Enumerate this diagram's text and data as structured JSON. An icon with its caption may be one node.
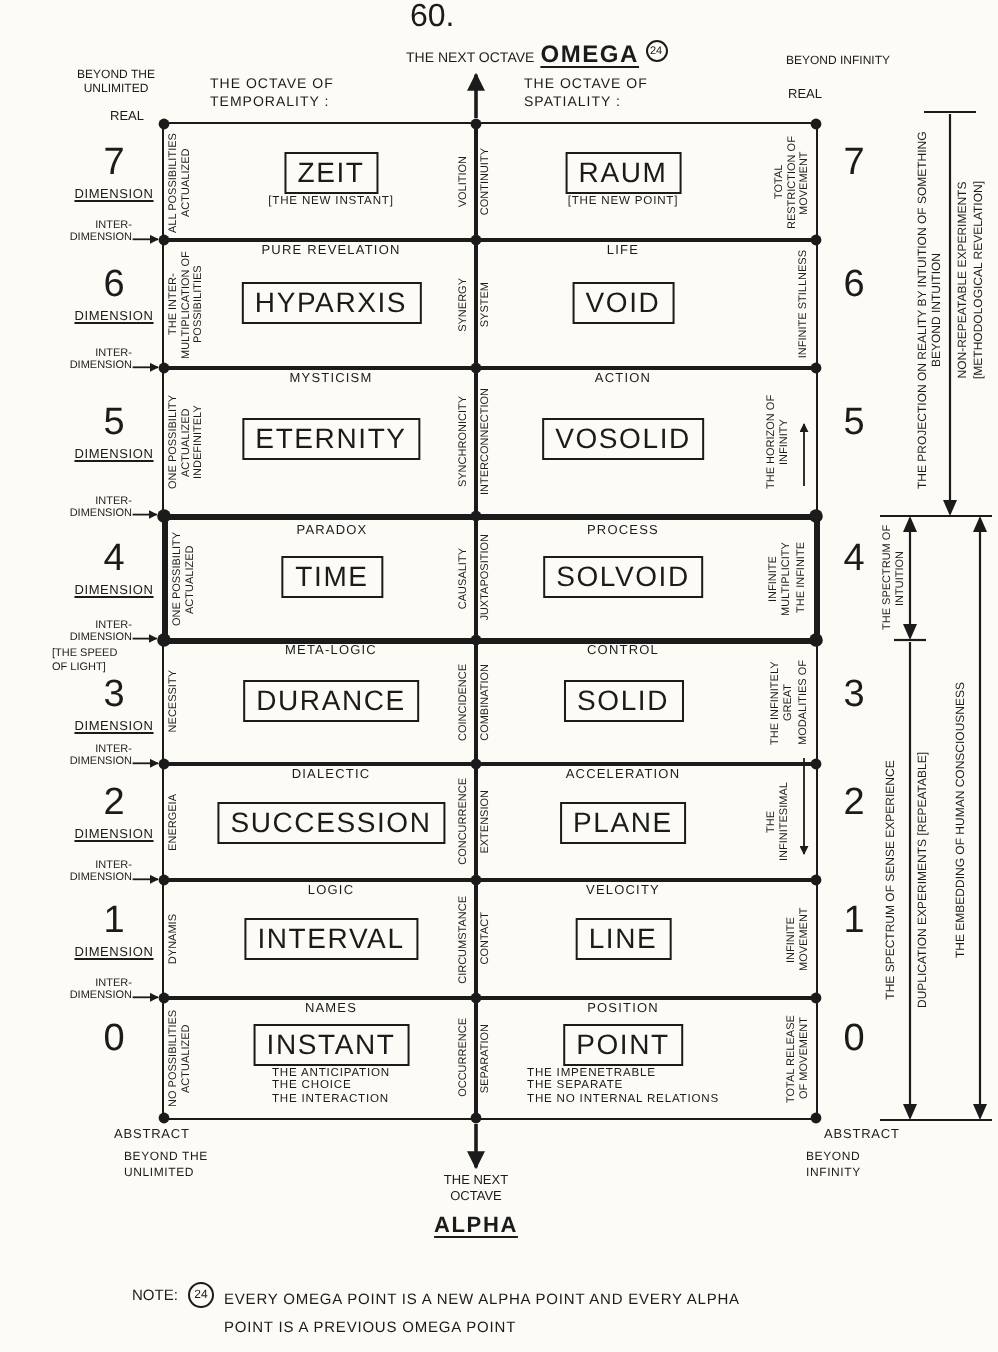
{
  "diagram": {
    "nodes": [
      {
        "text": [
          "THE NEXT OCTAVE",
          "OMEGA",
          "24"
        ]
      },
      {
        "text": [
          "ALL POSSIBILITIES ACTUALIZED",
          "VOLITION"
        ],
        "beside": [
          "7",
          "DIMENSION"
        ]
      },
      {
        "text": [
          "ZEIT"
        ],
        "in": 1,
        "beside": [
          "[THE NEW INSTANT]"
        ]
      },
      {
        "text": [
          "CONTINUITY",
          "TOTAL RESTRICTION OF MOVEMENT"
        ],
        "beside": [
          "7"
        ]
      },
      {
        "text": [
          "RAUM"
        ],
        "in": 3,
        "beside": [
          "[THE NEW POINT]"
        ]
      },
      {
        "text": [
          "INTER-DIMENSION"
        ]
      },
      {
        "text": [
          "PURE REVELATION",
          "THE INTER-MULTIPLICATION OF POSSIBILITIES",
          "SYNERGY"
        ],
        "beside": [
          "6",
          "DIMENSION"
        ]
      },
      {
        "text": [
          "HYPARXIS"
        ],
        "in": 6
      },
      {
        "text": [
          "LIFE",
          "SYSTEM",
          "INFINITE STILLNESS"
        ],
        "beside": [
          "6"
        ]
      },
      {
        "text": [
          "VOID"
        ],
        "in": 8
      },
      {
        "text": [
          "INTER-DIMENSION"
        ]
      },
      {
        "text": [
          "MYSTICISM",
          "ONE POSSIBILITY ACTUALIZED INDEFINITELY",
          "SYNCHRONICITY"
        ],
        "beside": [
          "5",
          "DIMENSION"
        ]
      },
      {
        "text": [
          "ETERNITY"
        ],
        "in": 11
      },
      {
        "text": [
          "ACTION",
          "INTERCONNECTION",
          "THE HORIZON OF INFINITY"
        ],
        "beside": [
          "5"
        ]
      },
      {
        "text": [
          "VOSOLID"
        ],
        "in": 13
      },
      {
        "text": [
          "INTER-DIMENSION"
        ]
      },
      {
        "text": [
          "PARADOX",
          "ONE POSSIBILITY ACTUALIZED",
          "CAUSALITY"
        ],
        "beside": [
          "4",
          "DIMENSION"
        ]
      },
      {
        "text": [
          "TIME"
        ],
        "in": 16
      },
      {
        "text": [
          "PROCESS",
          "JUXTAPOSITION",
          "INFINITE MULTIPLICITY",
          "THE INFINITE"
        ],
        "beside": [
          "4"
        ]
      },
      {
        "text": [
          "SOLVOID"
        ],
        "in": 18
      },
      {
        "text": [
          "INTER-DIMENSION"
        ]
      },
      {
        "text": [
          "META-LOGIC",
          "NECESSITY",
          "COINCIDENCE"
        ],
        "beside": [
          "3",
          "DIMENSION"
        ]
      },
      {
        "text": [
          "DURANCE"
        ],
        "in": 21
      },
      {
        "text": [
          "CONTROL",
          "COMBINATION",
          "THE INFINITELY GREAT",
          "MODALITIES OF"
        ],
        "beside": [
          "3"
        ]
      },
      {
        "text": [
          "SOLID"
        ],
        "in": 23
      },
      {
        "text": [
          "INTER-DIMENSION"
        ]
      },
      {
        "text": [
          "DIALECTIC",
          "ENERGEIA",
          "CONCURRENCE"
        ],
        "beside": [
          "2",
          "DIMENSION"
        ]
      },
      {
        "text": [
          "SUCCESSION"
        ],
        "in": 26
      },
      {
        "text": [
          "ACCELERATION",
          "EXTENSION",
          "THE INFINITESIMAL"
        ],
        "beside": [
          "2"
        ]
      },
      {
        "text": [
          "PLANE"
        ],
        "in": 28
      },
      {
        "text": [
          "INTER-DIMENSION"
        ]
      },
      {
        "text": [
          "LOGIC",
          "DYNAMIS",
          "CIRCUMSTANCE"
        ],
        "beside": [
          "1",
          "DIMENSION"
        ]
      },
      {
        "text": [
          "INTERVAL"
        ],
        "in": 31
      },
      {
        "text": [
          "VELOCITY",
          "CONTACT",
          "INFINITE MOVEMENT"
        ],
        "beside": [
          "1"
        ]
      },
      {
        "text": [
          "LINE"
        ],
        "in": 33
      },
      {
        "text": [
          "INTER-DIMENSION"
        ]
      },
      {
        "text": [
          "NAMES",
          "NO POSSIBILITIES ACTUALIZED",
          "OCCURRENCE"
        ],
        "beside": [
          "0"
        ]
      },
      {
        "text": [
          "INSTANT"
        ],
        "in": 36,
        "beside": [
          "THE ANTICIPATION",
          "THE CHOICE",
          "THE INTERACTION"
        ]
      },
      {
        "text": [
          "POSITION",
          "SEPARATION",
          "TOTAL RELEASE OF MOVEMENT"
        ],
        "beside": [
          "0"
        ]
      },
      {
        "text": [
          "POINT"
        ],
        "in": 38,
        "beside": [
          "THE IMPENETRABLE",
          "THE SEPARATE",
          "THE NO INTERNAL RELATIONS"
        ]
      },
      {
        "text": [
          "THE NEXT OCTAVE",
          "ALPHA"
        ]
      },
      {
        "text": [],
        "shape": "circle"
      },
      {
        "text": [],
        "shape": "circle"
      },
      {
        "text": [],
        "shape": "circle"
      },
      {
        "text": [],
        "shape": "circle"
      },
      {
        "text": [],
        "shape": "circle"
      },
      {
        "text": [],
        "shape": "circle"
      },
      {
        "text": [],
        "shape": "circle"
      },
      {
        "text": [],
        "shape": "circle"
      },
      {
        "text": [],
        "shape": "circle"
      }
    ],
    "edges": [
      {
        "from": 41,
        "to": 0,
        "arrow": "to"
      },
      {
        "from": 5,
        "to": 42,
        "arrow": "to"
      },
      {
        "from": 10,
        "to": 43,
        "arrow": "to"
      },
      {
        "from": 15,
        "to": 44,
        "arrow": "to"
      },
      {
        "from": 20,
        "to": 45,
        "arrow": "to"
      },
      {
        "from": 25,
        "to": 46,
        "arrow": "to"
      },
      {
        "from": 30,
        "to": 47,
        "arrow": "to"
      },
      {
        "from": 35,
        "to": 48,
        "arrow": "to"
      },
      {
        "from": 49,
        "to": 40,
        "arrow": "to"
      }
    ],
    "labels": [
      "60.",
      "BEYOND THE UNLIMITED",
      "THE OCTAVE OF TEMPORALITY :",
      "THE OCTAVE OF SPATIALITY :",
      "BEYOND INFINITY",
      "REAL",
      "REAL",
      "THE PROJECTION ON REALITY BY INTUITION OF SOMETHING BEYOND INTUITION",
      "NON-REPEATABLE EXPERIMENTS",
      "[METHODOLOGICAL REVELATION]",
      "THE SPECTRUM OF INTUITION",
      "[THE SPEED OF LIGHT]",
      "THE SPECTRUM OF SENSE EXPERIENCE",
      "DUPLICATION EXPERIMENTS [REPEATABLE]",
      "THE EMBEDDING OF HUMAN CONSCIOUSNESS",
      "ABSTRACT",
      "BEYOND THE UNLIMITED",
      "ABSTRACT",
      "BEYOND INFINITY",
      "NOTE:",
      "24",
      "EVERY OMEGA POINT IS A NEW ALPHA POINT AND EVERY ALPHA POINT IS A PREVIOUS OMEGA POINT"
    ]
  }
}
